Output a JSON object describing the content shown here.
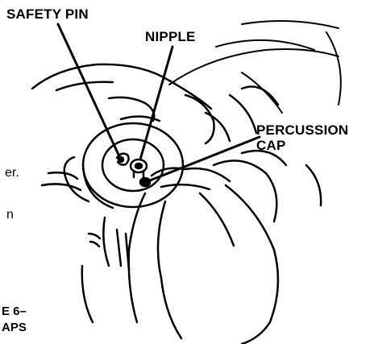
{
  "labels": {
    "safety_pin": "SAFETY PIN",
    "nipple": "NIPPLE",
    "percussion_cap_line1": "PERCUSSION",
    "percussion_cap_line2": "CAP"
  },
  "left_edge_fragments": {
    "f1": "er.",
    "f2": "n",
    "f3": "E 6–",
    "f4": "APS"
  }
}
